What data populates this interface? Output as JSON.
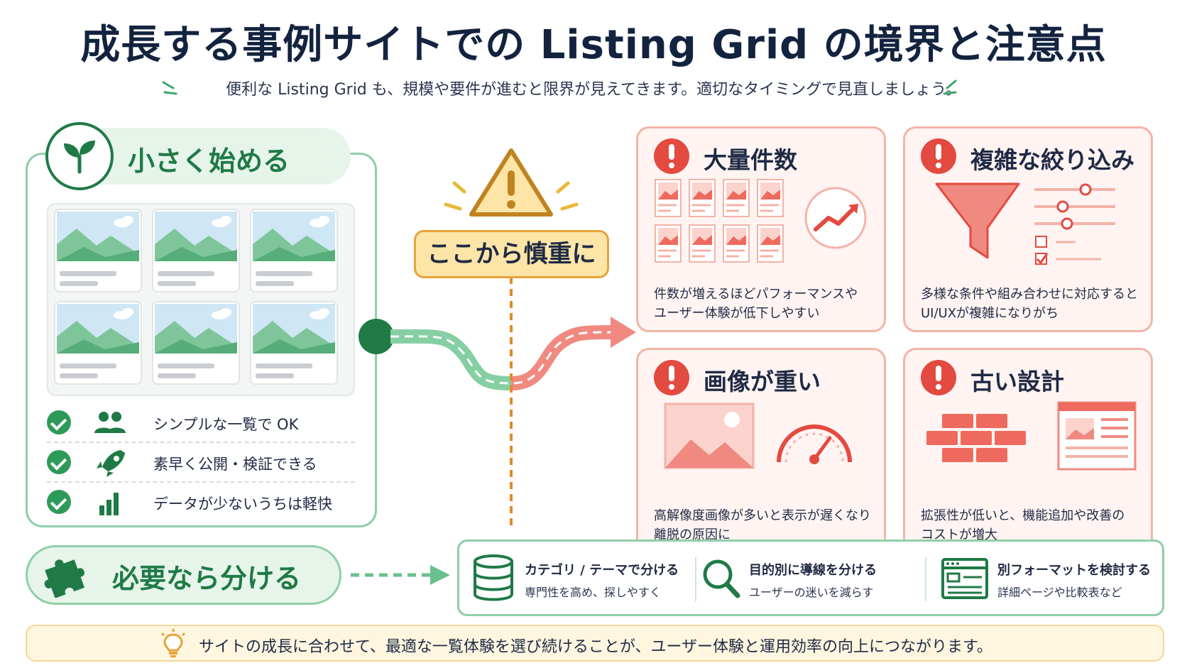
{
  "header": {
    "title": "成長する事例サイトでの Listing Grid の境界と注意点",
    "subtitle": "便利な Listing Grid も、規模や要件が進むと限界が見えてきます。適切なタイミングで見直しましょう。"
  },
  "start_panel": {
    "title": "小さく始める",
    "features": [
      {
        "label": "シンプルな一覧で OK",
        "icon": "users-icon"
      },
      {
        "label": "素早く公開・検証できる",
        "icon": "rocket-icon"
      },
      {
        "label": "データが少ないうちは軽快",
        "icon": "bar-chart-icon"
      }
    ]
  },
  "caution": {
    "label": "ここから慎重に"
  },
  "risks": [
    {
      "title": "大量件数",
      "desc_line1": "件数が増えるほどパフォーマンスや",
      "desc_line2": "ユーザー体験が低下しやすい"
    },
    {
      "title": "複雑な絞り込み",
      "desc_line1": "多様な条件や組み合わせに対応すると",
      "desc_line2": "UI/UXが複雑になりがち"
    },
    {
      "title": "画像が重い",
      "desc_line1": "高解像度画像が多いと表示が遅くなり",
      "desc_line2": "離脱の原因に"
    },
    {
      "title": "古い設計",
      "desc_line1": "拡張性が低いと、機能追加や改善の",
      "desc_line2": "コストが増大"
    }
  ],
  "split": {
    "title": "必要なら分ける",
    "options": [
      {
        "title": "カテゴリ / テーマで分ける",
        "sub": "専門性を高め、探しやすく",
        "icon": "database-icon"
      },
      {
        "title": "目的別に導線を分ける",
        "sub": "ユーザーの迷いを減らす",
        "icon": "search-icon"
      },
      {
        "title": "別フォーマットを検討する",
        "sub": "詳細ページや比較表など",
        "icon": "layout-icon"
      }
    ]
  },
  "footer": {
    "text": "サイトの成長に合わせて、最適な一覧体験を選び続けることが、ユーザー体験と運用効率の向上につながります。"
  },
  "colors": {
    "green": "#1f7a46",
    "green_light": "#8fcfa8",
    "red": "#e34a40",
    "red_light": "#f4b3a8",
    "amber": "#e8a33a",
    "navy": "#13233f"
  }
}
